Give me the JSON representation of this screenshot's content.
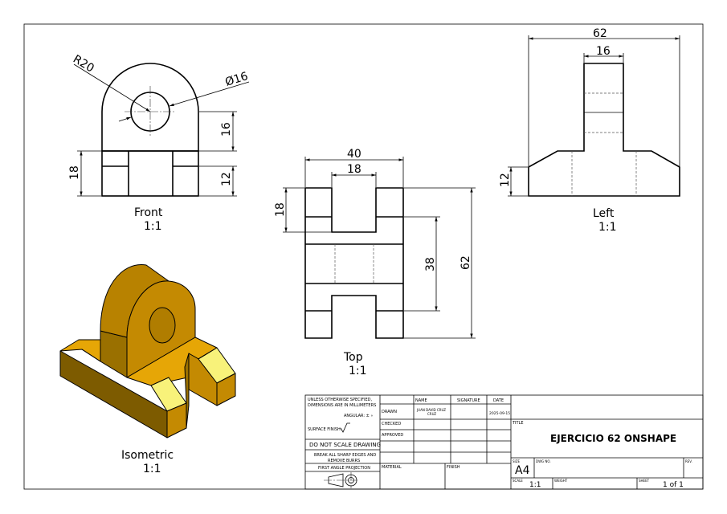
{
  "views": {
    "front": {
      "label": "Front",
      "scale": "1:1",
      "dims": {
        "radius": "R20",
        "diameter": "Ø16",
        "hole_height": "16",
        "base_height": "18",
        "slot_height": "12"
      }
    },
    "top": {
      "label": "Top",
      "scale": "1:1",
      "dims": {
        "width": "40",
        "slot_width": "18",
        "slot_depth": "18",
        "inner": "38",
        "length": "62"
      }
    },
    "left": {
      "label": "Left",
      "scale": "1:1",
      "dims": {
        "length": "62",
        "upright": "16",
        "edge_height": "12"
      }
    },
    "isometric": {
      "label": "Isometric",
      "scale": "1:1",
      "colors": {
        "top": "#e6a606",
        "front": "#c48a02",
        "dark": "#7d5b00",
        "highlight": "#f8f27a"
      }
    }
  },
  "title_block": {
    "notes": {
      "line1": "UNLESS OTHERWISE SPECIFIED,",
      "line2": "DIMENSIONS ARE IN MILLIMETERS",
      "angular": "ANGULAR: ± ∘",
      "surface_finish": "SURFACE FINISH",
      "do_not_scale": "DO NOT SCALE DRAWING",
      "break_edges_1": "BREAK ALL SHARP EDGES AND",
      "break_edges_2": "REMOVE BURRS",
      "projection": "FIRST ANGLE PROJECTION"
    },
    "headers": {
      "name": "NAME",
      "signature": "SIGNATURE",
      "date": "DATE"
    },
    "rows": {
      "drawn": "DRAWN",
      "checked": "CHECKED",
      "approved": "APPROVED"
    },
    "drawn_name_1": "JUAN DAVID CRUZ",
    "drawn_name_2": "CRUZ",
    "drawn_date": "2025-09-15",
    "material": "MATERIAL",
    "finish": "FINISH",
    "title_label": "TITLE",
    "title": "EJERCICIO 62 ONSHAPE",
    "size_label": "SIZE",
    "size": "A4",
    "dwg_no_label": "DWG NO.",
    "rev_label": "REV.",
    "scale_label": "SCALE",
    "scale": "1:1",
    "weight_label": "WEIGHT",
    "sheet_label": "SHEET",
    "sheet": "1 of 1"
  }
}
